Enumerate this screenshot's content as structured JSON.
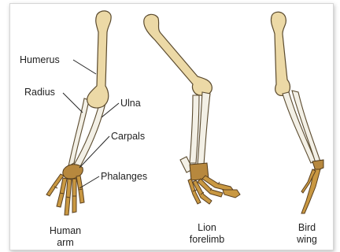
{
  "labels": {
    "humerus": "Humerus",
    "radius": "Radius",
    "ulna": "Ulna",
    "carpals": "Carpals",
    "phalanges": "Phalanges"
  },
  "captions": {
    "human": [
      "Human",
      "arm"
    ],
    "lion": [
      "Lion",
      "forelimb"
    ],
    "bird": [
      "Bird",
      "wing"
    ]
  },
  "colors": {
    "bone_light": "#ecd9a6",
    "bone_pale": "#f3f0e6",
    "bone_dark": "#c99842",
    "outline": "#5a4a2e",
    "text": "#222222"
  }
}
